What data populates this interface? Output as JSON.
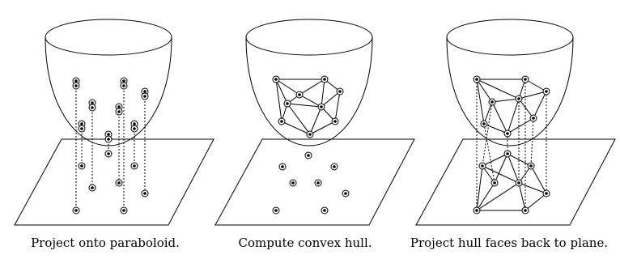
{
  "captions": [
    "Project onto paraboloid.",
    "Compute convex hull.",
    "Project hull faces back to plane."
  ],
  "colors": {
    "background": "#ffffff",
    "ink": "#000000"
  }
}
